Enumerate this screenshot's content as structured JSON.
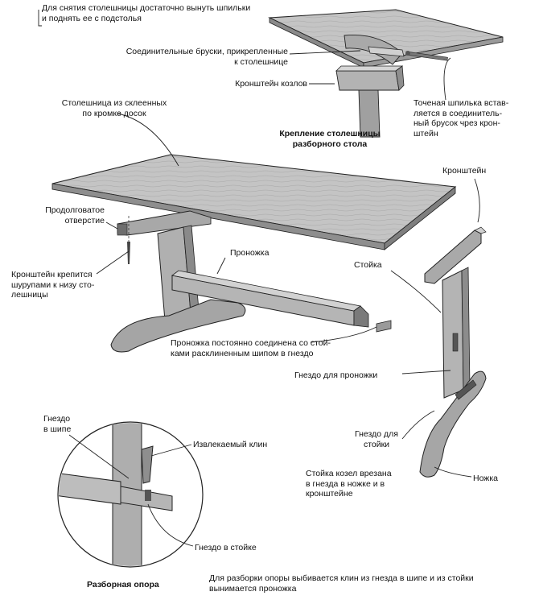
{
  "labels": {
    "tabletop_removal": [
      "Для снятия столешницы достаточно вынуть шпильки",
      "и поднять ее с подстолья"
    ],
    "connecting_bars": [
      "Соединительные бруски, прикрепленные",
      "к столешнице"
    ],
    "trestle_bracket": [
      "Кронштейн козлов"
    ],
    "turned_pin": [
      "Точеная шпилька встав-",
      "ляется в соединитель-",
      "ный брусок чрез крон-",
      "штейн"
    ],
    "attachment_title": [
      "Крепление столешницы",
      "разборного стола"
    ],
    "glued_top": [
      "Столешница из склеенных",
      "по кромке досок"
    ],
    "bracket_right": [
      "Кронштейн"
    ],
    "slotted_hole": [
      "Продолговатое",
      "отверстие"
    ],
    "stretcher": [
      "Проножка"
    ],
    "post": [
      "Стойка"
    ],
    "bracket_screws": [
      "Кронштейн крепится",
      "шурупами к низу сто-",
      "лешницы"
    ],
    "stretcher_joined": [
      "Проножка постоянно соединена со стой-",
      "ками расклиненным шипом в гнездо"
    ],
    "stretcher_socket": [
      "Гнездо для проножки"
    ],
    "tenon_socket": [
      "Гнездо",
      "в шипе"
    ],
    "removable_wedge": [
      "Извлекаемый клин"
    ],
    "post_socket_label": [
      "Гнездо для",
      "стойки"
    ],
    "foot": [
      "Ножка"
    ],
    "post_inset": [
      "Стойка козел врезана",
      "в гнезда в ножке и в",
      "кронштейне"
    ],
    "socket_in_post": [
      "Гнездо в стойке"
    ],
    "detachable_support": [
      "Разборная опора"
    ],
    "disassembly_note": [
      "Для разборки опоры выбивается клин из гнезда в шипе и из стойки",
      "вынимается проножка"
    ]
  },
  "colors": {
    "ink": "#1a1a1a",
    "wood": "#b9b9b9",
    "wood_dark": "#8a8a8a",
    "wood_light": "#d9d9d9",
    "end_grain": "#6e6e6e"
  }
}
